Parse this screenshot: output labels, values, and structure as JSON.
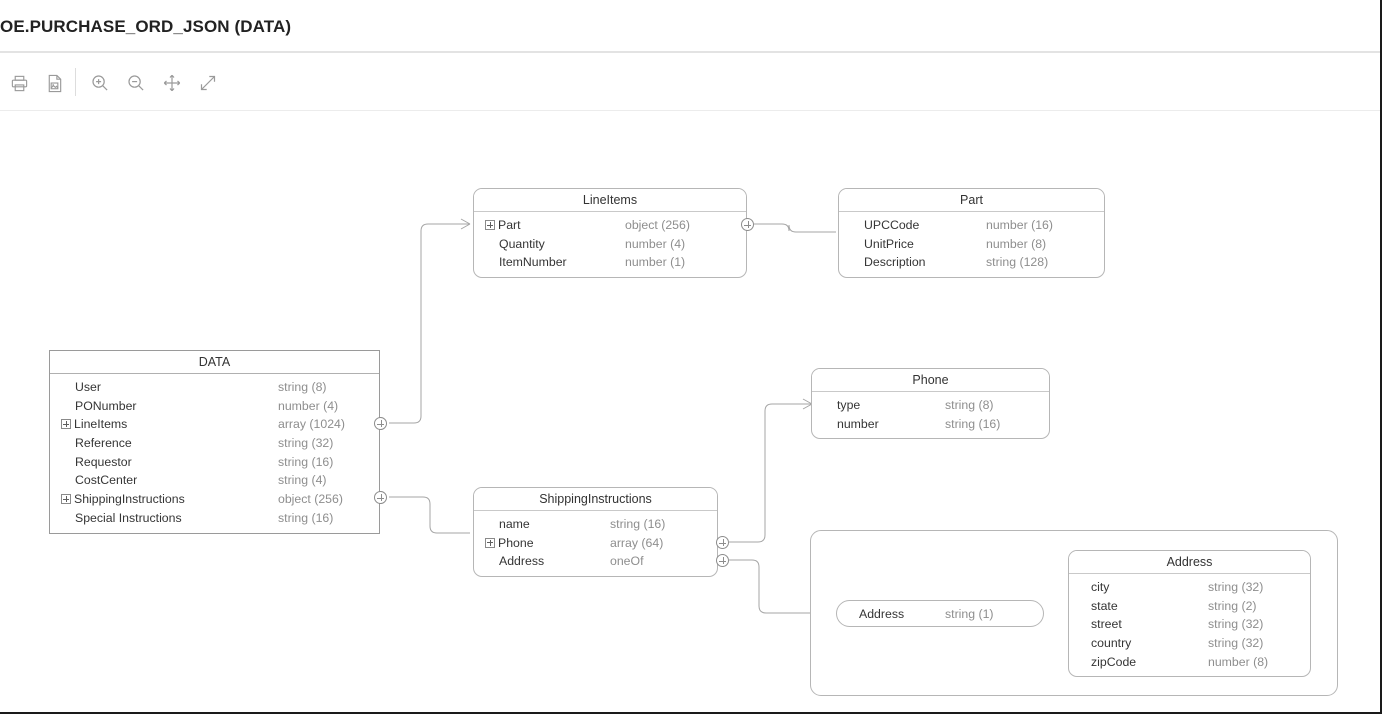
{
  "window": {
    "title": "OE.PURCHASE_ORD_JSON (DATA)"
  },
  "toolbar": {
    "buttons": [
      {
        "name": "print-icon",
        "label": "Print"
      },
      {
        "name": "save-image-icon",
        "label": "Save as Image"
      },
      {
        "name": "zoom-in-icon",
        "label": "Zoom In"
      },
      {
        "name": "zoom-out-icon",
        "label": "Zoom Out"
      },
      {
        "name": "pan-icon",
        "label": "Pan"
      },
      {
        "name": "fit-screen-icon",
        "label": "Fit to Screen"
      }
    ]
  },
  "diagram": {
    "type": "json-schema-erd",
    "entities": [
      {
        "id": "data",
        "title": "DATA",
        "shape": "square",
        "fields": [
          {
            "name": "User",
            "type": "string (8)",
            "expandable": false
          },
          {
            "name": "PONumber",
            "type": "number (4)",
            "expandable": false
          },
          {
            "name": "LineItems",
            "type": "array (1024)",
            "expandable": true
          },
          {
            "name": "Reference",
            "type": "string (32)",
            "expandable": false
          },
          {
            "name": "Requestor",
            "type": "string (16)",
            "expandable": false
          },
          {
            "name": "CostCenter",
            "type": "string (4)",
            "expandable": false
          },
          {
            "name": "ShippingInstructions",
            "type": "object (256)",
            "expandable": true
          },
          {
            "name": "Special Instructions",
            "type": "string (16)",
            "expandable": false
          }
        ]
      },
      {
        "id": "lineitems",
        "title": "LineItems",
        "shape": "rounded",
        "fields": [
          {
            "name": "Part",
            "type": "object (256)",
            "expandable": true
          },
          {
            "name": "Quantity",
            "type": "number (4)",
            "expandable": false
          },
          {
            "name": "ItemNumber",
            "type": "number (1)",
            "expandable": false
          }
        ]
      },
      {
        "id": "part",
        "title": "Part",
        "shape": "rounded",
        "fields": [
          {
            "name": "UPCCode",
            "type": "number (16)",
            "expandable": false
          },
          {
            "name": "UnitPrice",
            "type": "number (8)",
            "expandable": false
          },
          {
            "name": "Description",
            "type": "string (128)",
            "expandable": false
          }
        ]
      },
      {
        "id": "phone",
        "title": "Phone",
        "shape": "rounded",
        "fields": [
          {
            "name": "type",
            "type": "string (8)",
            "expandable": false
          },
          {
            "name": "number",
            "type": "string (16)",
            "expandable": false
          }
        ]
      },
      {
        "id": "shippinginstructions",
        "title": "ShippingInstructions",
        "shape": "rounded",
        "fields": [
          {
            "name": "name",
            "type": "string (16)",
            "expandable": false
          },
          {
            "name": "Phone",
            "type": "array (64)",
            "expandable": true
          },
          {
            "name": "Address",
            "type": "oneOf",
            "expandable": false
          }
        ]
      },
      {
        "id": "address",
        "title": "Address",
        "shape": "rounded",
        "fields": [
          {
            "name": "city",
            "type": "string (32)",
            "expandable": false
          },
          {
            "name": "state",
            "type": "string (2)",
            "expandable": false
          },
          {
            "name": "street",
            "type": "string (32)",
            "expandable": false
          },
          {
            "name": "country",
            "type": "string (32)",
            "expandable": false
          },
          {
            "name": "zipCode",
            "type": "number (8)",
            "expandable": false
          }
        ]
      }
    ],
    "oneof_group": {
      "pill": {
        "name": "Address",
        "type": "string (1)"
      }
    }
  },
  "colors": {
    "field_name": "#353535",
    "field_type": "#8e8e8e",
    "border": "#b6b6b6",
    "connector": "#9e9e9e",
    "title": "#222222"
  }
}
